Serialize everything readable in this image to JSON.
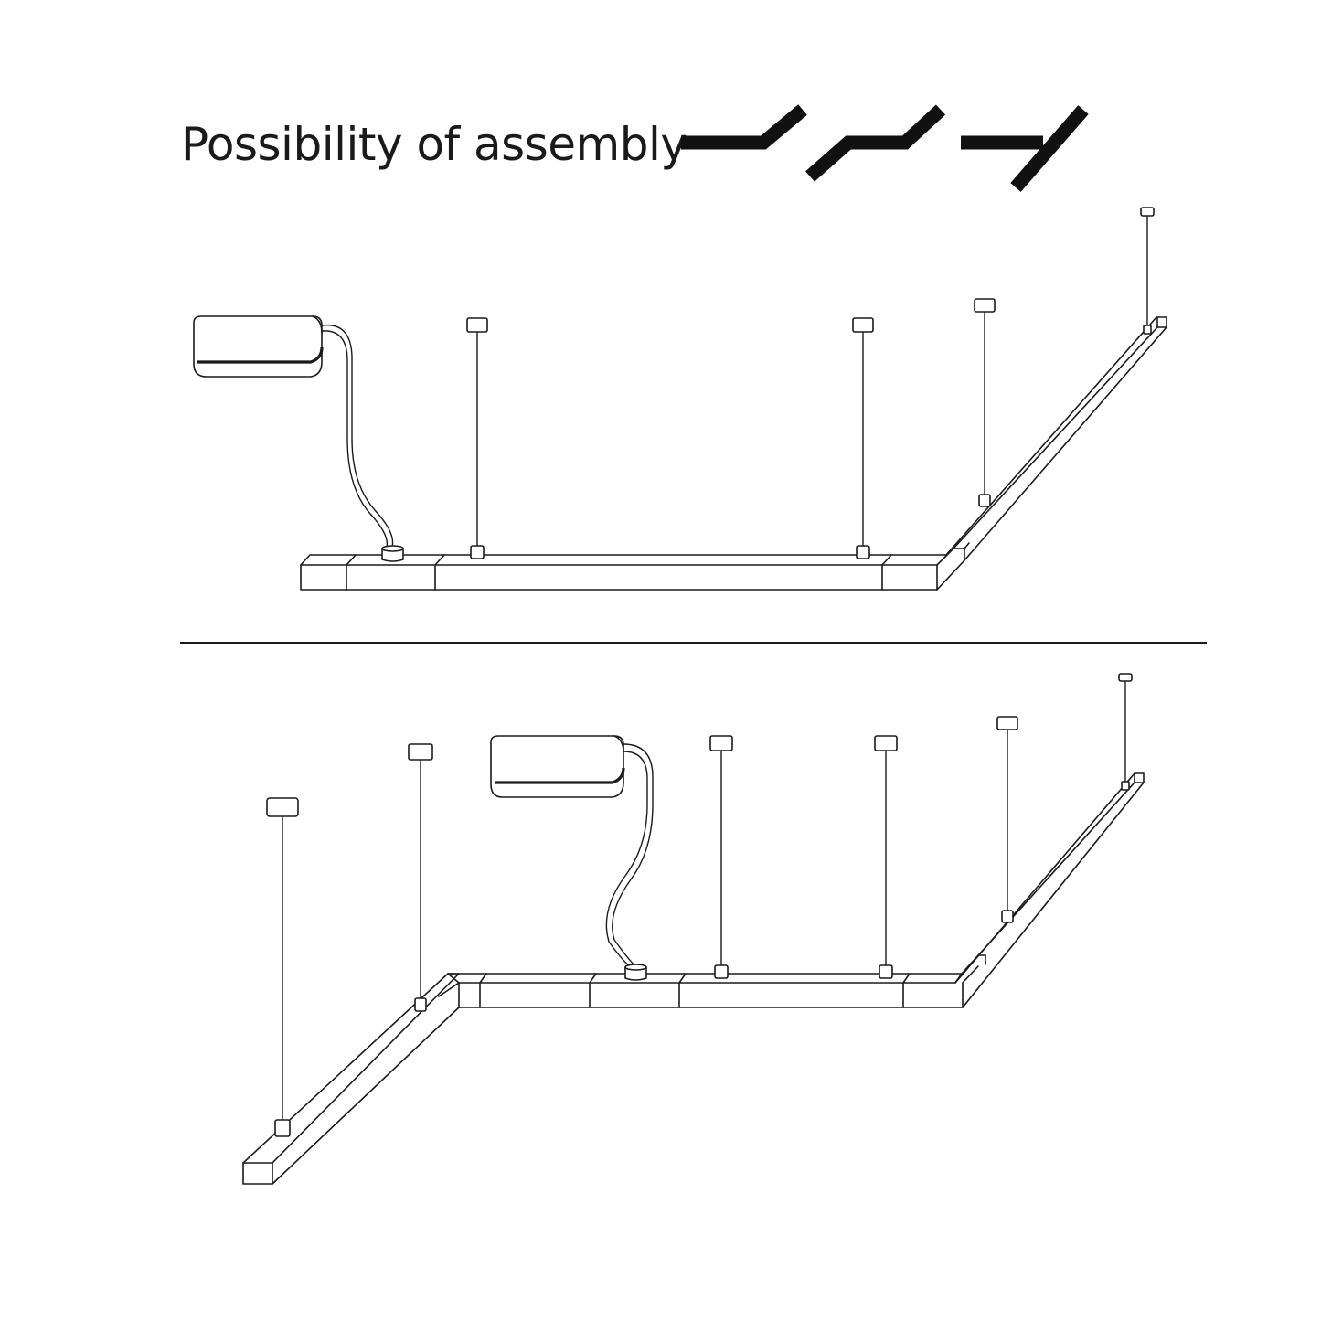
{
  "title": "Possibility of assembly",
  "icons": [
    "l-corner-icon",
    "z-offset-icon",
    "t-junction-icon"
  ],
  "diagrams": [
    {
      "name": "l-shaped-assembly",
      "suspensions": 4,
      "power_supply": 1
    },
    {
      "name": "z-shaped-assembly",
      "suspensions": 6,
      "power_supply": 1
    }
  ],
  "colors": {
    "line": "#1a1a1a",
    "background": "#ffffff"
  }
}
